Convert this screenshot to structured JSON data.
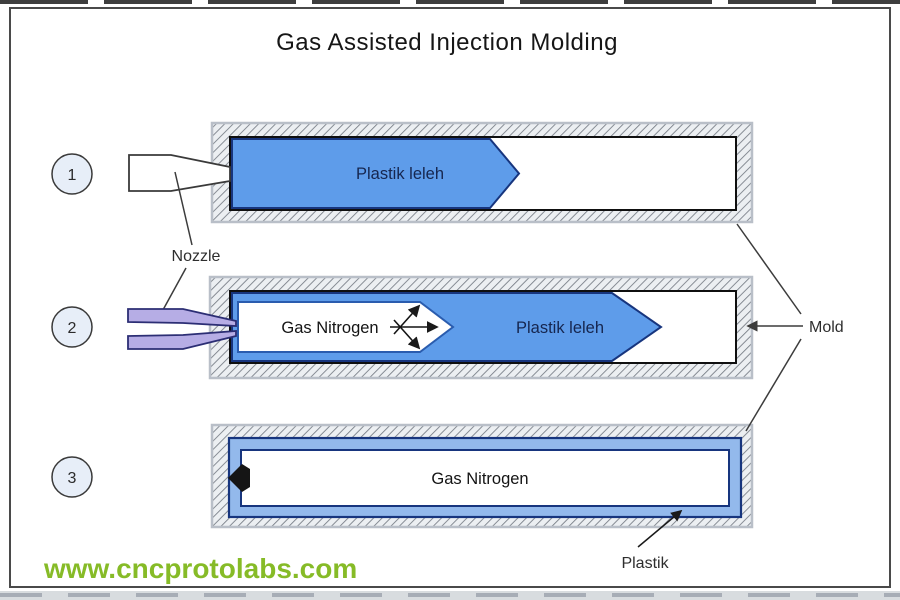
{
  "title": "Gas Assisted Injection Molding",
  "watermark": "www.cncprotolabs.com",
  "labels": {
    "nozzle": "Nozzle",
    "mold": "Mold",
    "plastic": "Plastik"
  },
  "stages": [
    {
      "number": "1",
      "plastic_label": "Plastik leleh"
    },
    {
      "number": "2",
      "gas_label": "Gas Nitrogen",
      "plastic_label": "Plastik leleh"
    },
    {
      "number": "3",
      "gas_label": "Gas Nitrogen"
    }
  ],
  "colors": {
    "plastic_blue": "#5e9cea",
    "plastic_outline": "#17357e",
    "plastic_skin_blue": "#93b9ec",
    "nozzle_purple": "#b6ade5",
    "nozzle_outline": "#2c2e74",
    "watermark_green": "#86bb27",
    "hatch_line_gray": "#757b84",
    "frame_gray": "#4a4a4a"
  }
}
